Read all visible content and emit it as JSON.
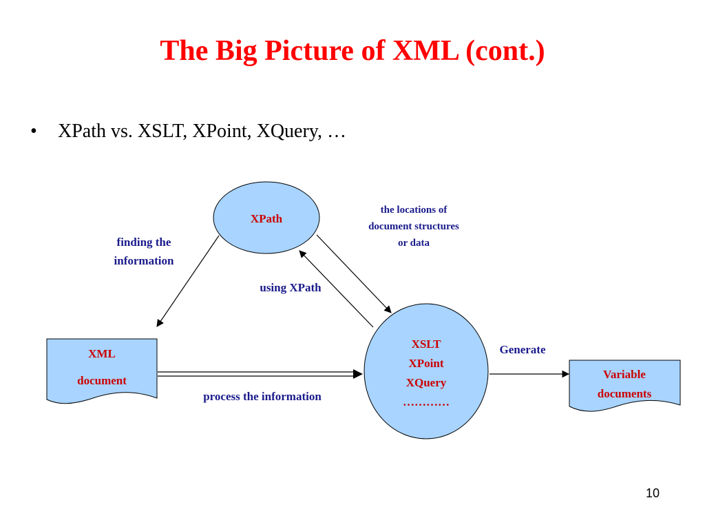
{
  "slide": {
    "title": "The Big Picture of XML (cont.)",
    "bullet": "XPath vs. XSLT, XPoint, XQuery, …",
    "page_number": "10"
  },
  "diagram": {
    "nodes": {
      "xpath": {
        "label": "XPath"
      },
      "processors": {
        "lines": [
          "XSLT",
          "XPoint",
          "XQuery",
          "…………"
        ]
      },
      "xml_document": {
        "lines": [
          "XML",
          "document"
        ]
      },
      "variable_documents": {
        "lines": [
          "Variable",
          "documents"
        ]
      }
    },
    "labels": {
      "finding": [
        "finding the",
        "information"
      ],
      "locations": [
        "the locations of",
        "document structures",
        "or data"
      ],
      "using": "using XPath",
      "process": "process the information",
      "generate": "Generate"
    },
    "colors": {
      "node_fill": "#a8d4ff",
      "label_blue": "#1a1a8c",
      "label_red": "#cc0000",
      "title_red": "#ff0000"
    }
  }
}
